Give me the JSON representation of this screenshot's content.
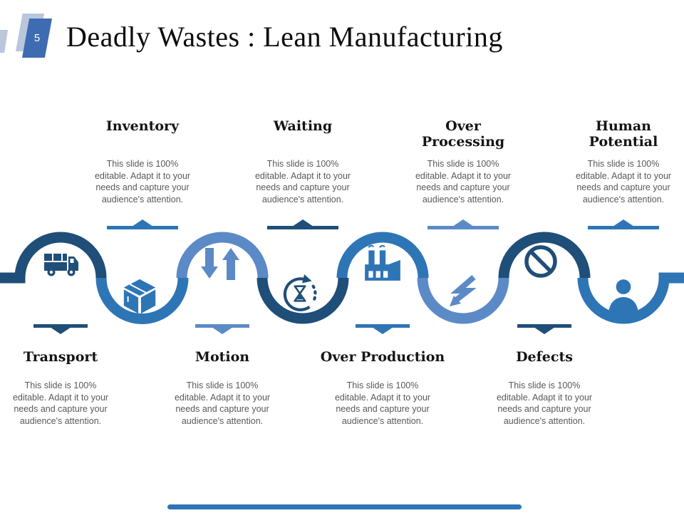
{
  "slide": {
    "number": "5",
    "title": "Deadly Wastes : Lean Manufacturing"
  },
  "description_lines": [
    "This slide is 100%",
    "editable. Adapt it to your",
    "needs and capture your",
    "audience's attention."
  ],
  "items": [
    {
      "label": "Inventory",
      "icon": "box-icon",
      "position": "top",
      "tone": "medium_blue"
    },
    {
      "label": "Waiting",
      "icon": "hourglass-icon",
      "position": "top",
      "tone": "dark_blue"
    },
    {
      "label": "Over Processing",
      "icon": "process-flash-icon",
      "position": "top",
      "tone": "light_blue"
    },
    {
      "label": "Human Potential",
      "icon": "person-icon",
      "position": "top",
      "tone": "medium_blue"
    },
    {
      "label": "Transport",
      "icon": "truck-icon",
      "position": "bottom",
      "tone": "dark_blue"
    },
    {
      "label": "Motion",
      "icon": "up-down-arrows-icon",
      "position": "bottom",
      "tone": "light_blue"
    },
    {
      "label": "Over Production",
      "icon": "factory-icon",
      "position": "bottom",
      "tone": "medium_blue"
    },
    {
      "label": "Defects",
      "icon": "no-entry-icon",
      "position": "bottom",
      "tone": "dark_blue"
    }
  ],
  "colors": {
    "dark_blue": "#1f4e79",
    "medium_blue": "#2e75b6",
    "light_blue": "#5b8ac7",
    "badge_front": "#3e6bb1",
    "badge_back": "#b9c6dc",
    "body_text": "#595959",
    "footer_bar": "#2e75b6"
  }
}
